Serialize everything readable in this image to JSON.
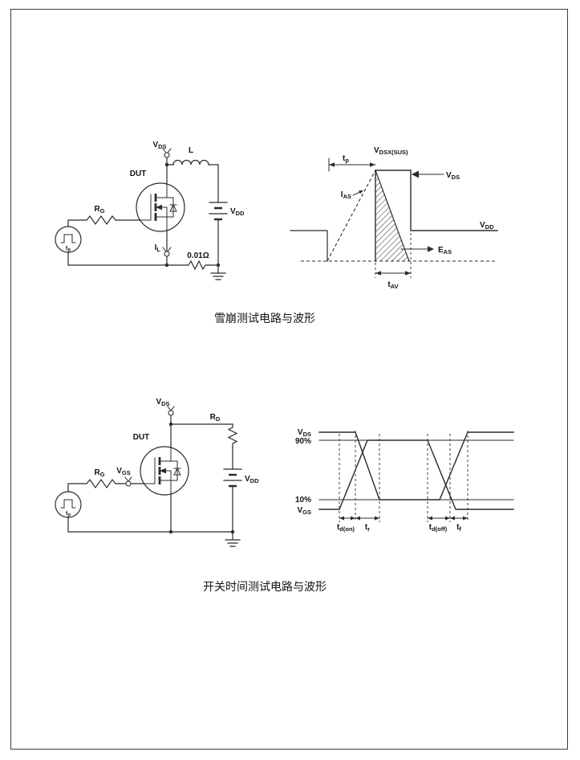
{
  "fig1": {
    "caption": "雪崩测试电路与波形",
    "circuit": {
      "vds": {
        "base": "V",
        "sub": "DS"
      },
      "l": {
        "base": "L",
        "sub": ""
      },
      "dut": {
        "base": "DUT",
        "sub": ""
      },
      "rg": {
        "base": "R",
        "sub": "G"
      },
      "vdd": {
        "base": "V",
        "sub": "DD"
      },
      "il": {
        "base": "I",
        "sub": "L"
      },
      "shunt": {
        "base": "0.01Ω",
        "sub": ""
      },
      "tp": {
        "base": "t",
        "sub": "p"
      }
    },
    "wave": {
      "tp": {
        "base": "t",
        "sub": "p"
      },
      "vdsx": {
        "base": "V",
        "sub": "DSX(SUS)"
      },
      "ias": {
        "base": "I",
        "sub": "AS"
      },
      "vds": {
        "base": "V",
        "sub": "DS"
      },
      "vdd": {
        "base": "V",
        "sub": "DD"
      },
      "eas": {
        "base": "E",
        "sub": "AS"
      },
      "tav": {
        "base": "t",
        "sub": "AV"
      }
    }
  },
  "fig2": {
    "caption": "开关时间测试电路与波形",
    "circuit": {
      "vds": {
        "base": "V",
        "sub": "DS"
      },
      "rd": {
        "base": "R",
        "sub": "D"
      },
      "dut": {
        "base": "DUT",
        "sub": ""
      },
      "rg": {
        "base": "R",
        "sub": "G"
      },
      "vgs": {
        "base": "V",
        "sub": "GS"
      },
      "vdd": {
        "base": "V",
        "sub": "DD"
      },
      "tp": {
        "base": "t",
        "sub": "p"
      }
    },
    "wave": {
      "vds": {
        "base": "V",
        "sub": "DS"
      },
      "p90": {
        "base": "90%",
        "sub": ""
      },
      "p10": {
        "base": "10%",
        "sub": ""
      },
      "vgs": {
        "base": "V",
        "sub": "GS"
      },
      "td_on": {
        "base": "t",
        "sub": "d(on)"
      },
      "tr": {
        "base": "t",
        "sub": "r"
      },
      "td_off": {
        "base": "t",
        "sub": "d(off)"
      },
      "tf": {
        "base": "t",
        "sub": "f"
      }
    }
  }
}
